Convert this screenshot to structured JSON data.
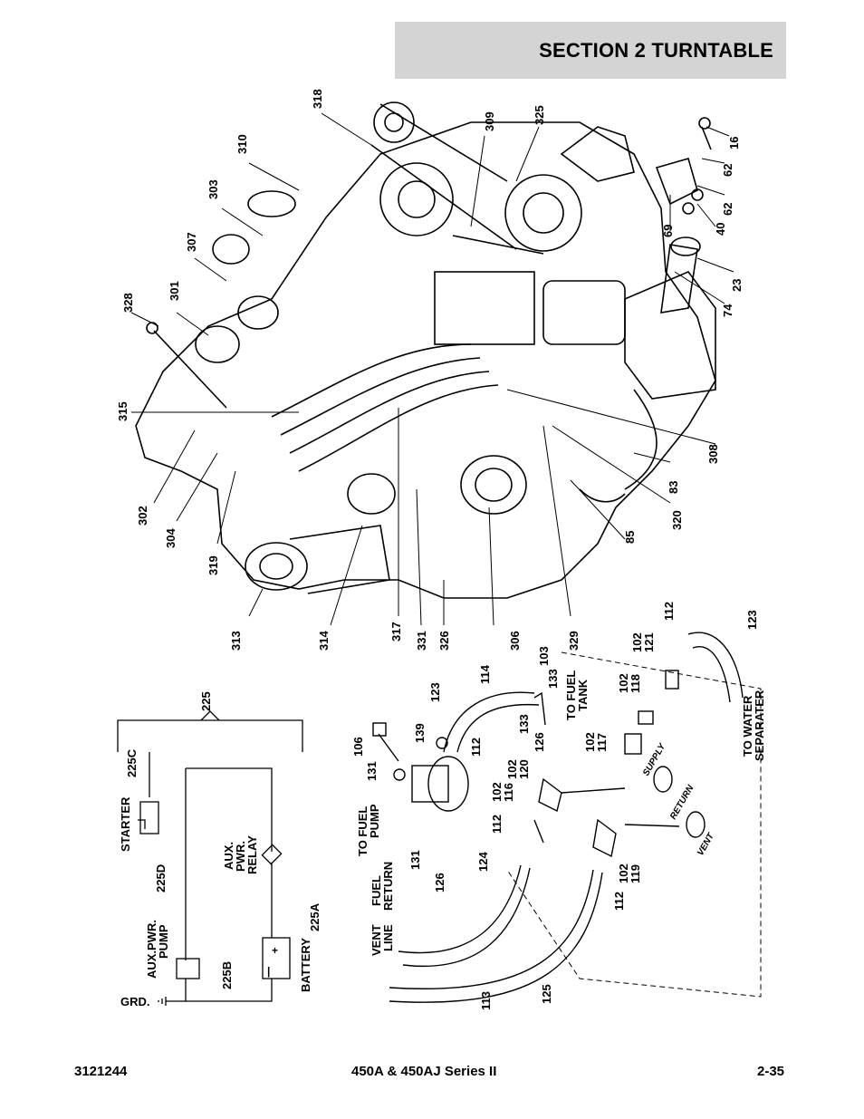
{
  "header": {
    "section_title": "SECTION 2   TURNTABLE"
  },
  "footer": {
    "part_number": "3121244",
    "model": "450A & 450AJ Series II",
    "page": "2-35"
  },
  "wiring": {
    "group": "225",
    "wire_c": "225C",
    "wire_d": "225D",
    "wire_b": "225B",
    "wire_a": "225A",
    "starter": "STARTER",
    "relay_line1": "AUX.",
    "relay_line2": "PWR.",
    "relay_line3": "RELAY",
    "pump_line1": "AUX.PWR.",
    "pump_line2": "PUMP",
    "battery": "BATTERY",
    "ground": "GRD."
  },
  "fuel": {
    "to_fuel_tank_1": "TO FUEL",
    "to_fuel_tank_2": "TANK",
    "to_fuel_pump_1": "TO FUEL",
    "to_fuel_pump_2": "PUMP",
    "fuel_return_1": "FUEL",
    "fuel_return_2": "RETURN",
    "vent_line_1": "VENT",
    "vent_line_2": "LINE",
    "to_water_1": "TO WATER",
    "to_water_2": "SEPARATER",
    "supply": "SUPPLY",
    "return": "RETURN",
    "vent": "VENT"
  },
  "callouts": [
    "318",
    "309",
    "325",
    "310",
    "303",
    "307",
    "301",
    "328",
    "315",
    "302",
    "304",
    "319",
    "313",
    "314",
    "317",
    "331",
    "326",
    "306",
    "329",
    "85",
    "320",
    "83",
    "308",
    "74",
    "23",
    "69",
    "40",
    "62",
    "62",
    "16",
    "225",
    "106",
    "131",
    "139",
    "112",
    "123",
    "114",
    "133",
    "103",
    "133",
    "126",
    "102",
    "120",
    "102",
    "116",
    "112",
    "124",
    "126",
    "131",
    "112",
    "102",
    "119",
    "102",
    "117",
    "102",
    "118",
    "102",
    "121",
    "112",
    "123",
    "113",
    "125"
  ]
}
